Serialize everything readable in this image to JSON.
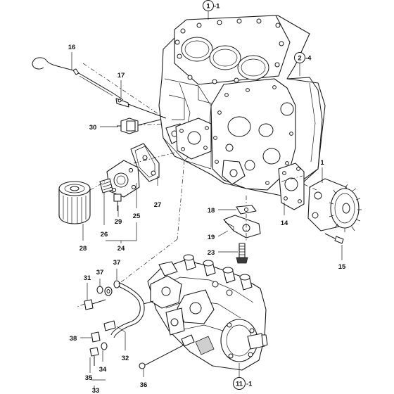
{
  "callouts": {
    "c1_1": {
      "num": "1",
      "suffix": "-1"
    },
    "c2_4": {
      "num": "2",
      "suffix": "-4"
    },
    "c11_1": {
      "num": "11",
      "suffix": "-1"
    }
  },
  "labels": {
    "p1": "1",
    "p14": "14",
    "p15": "15",
    "p16": "16",
    "p17": "17",
    "p18": "18",
    "p19": "19",
    "p23": "23",
    "p24": "24",
    "p25": "25",
    "p26": "26",
    "p27": "27",
    "p28": "28",
    "p29": "29",
    "p30": "30",
    "p31": "31",
    "p32": "32",
    "p33": "33",
    "p34": "34",
    "p35": "35",
    "p36": "36",
    "p37a": "37",
    "p37b": "37",
    "p38": "38"
  }
}
